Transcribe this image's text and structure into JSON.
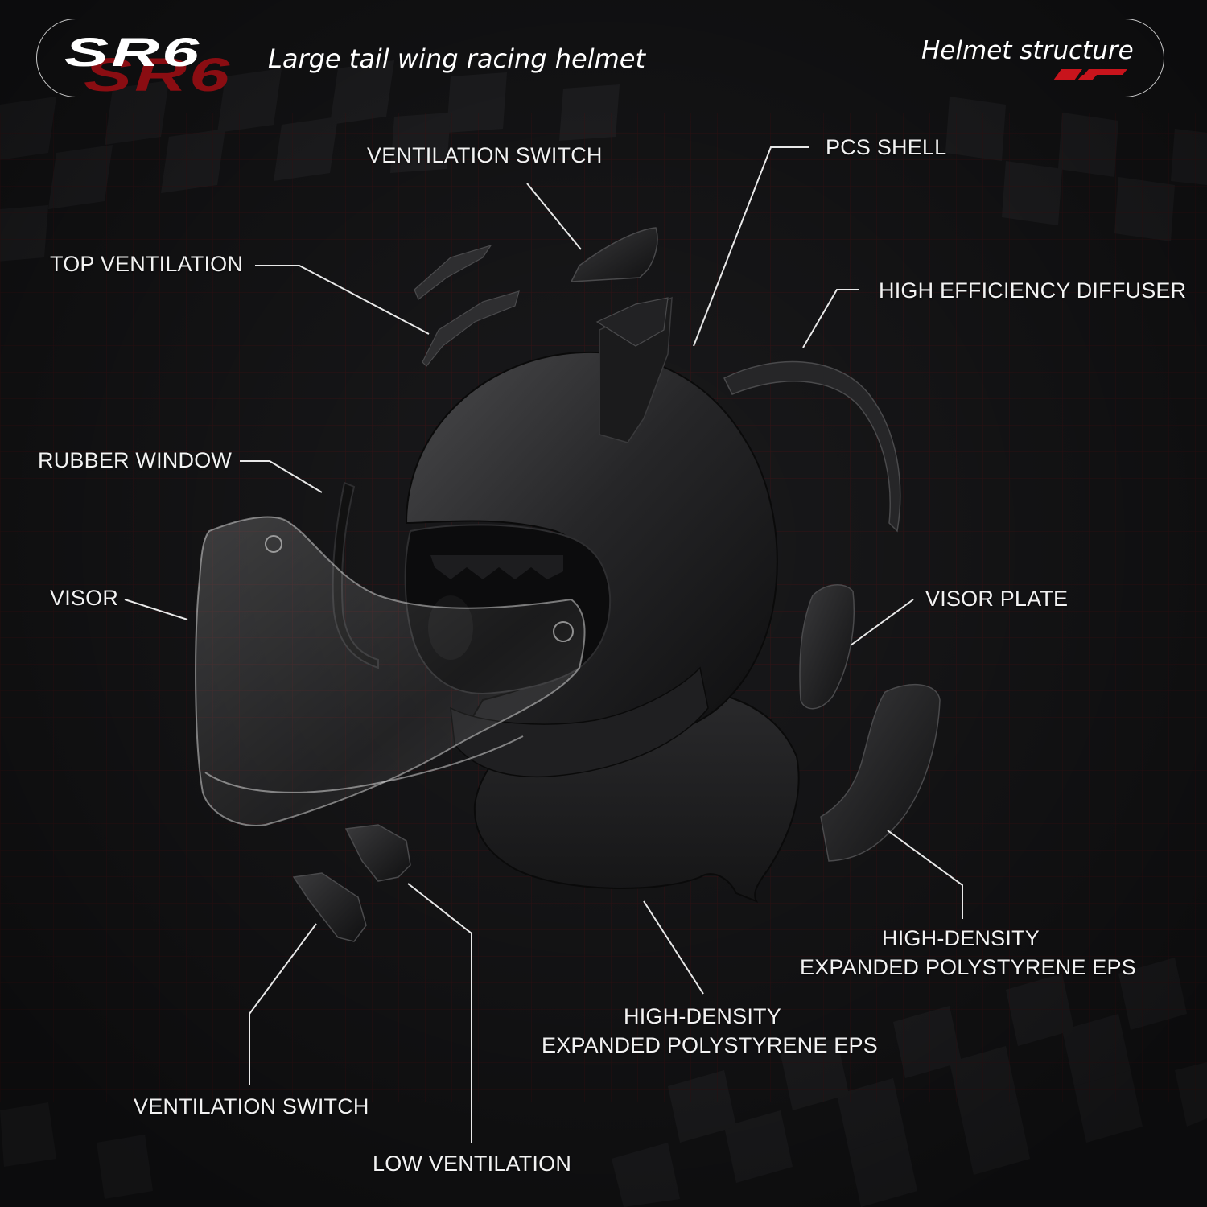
{
  "header": {
    "brand_logo_text": "SR6",
    "subtitle": "Large tail wing racing helmet",
    "section_title": "Helmet structure"
  },
  "colors": {
    "background": "#1a1a1c",
    "grid": "#5a1216",
    "accent_red": "#c8141c",
    "label_text": "#f2f2f2"
  },
  "callouts": {
    "ventilation_switch_top": "VENTILATION SWITCH",
    "pcs_shell": "PCS SHELL",
    "top_ventilation": "TOP VENTILATION",
    "high_efficiency_diffuser": "HIGH EFFICIENCY DIFFUSER",
    "rubber_window": "RUBBER WINDOW",
    "visor": "VISOR",
    "visor_plate": "VISOR PLATE",
    "eps_right_line1": "HIGH-DENSITY",
    "eps_right_line2": "EXPANDED POLYSTYRENE EPS",
    "eps_center_line1": "HIGH-DENSITY",
    "eps_center_line2": "EXPANDED POLYSTYRENE EPS",
    "ventilation_switch_bottom": "VENTILATION SWITCH",
    "low_ventilation": "LOW VENTILATION"
  }
}
